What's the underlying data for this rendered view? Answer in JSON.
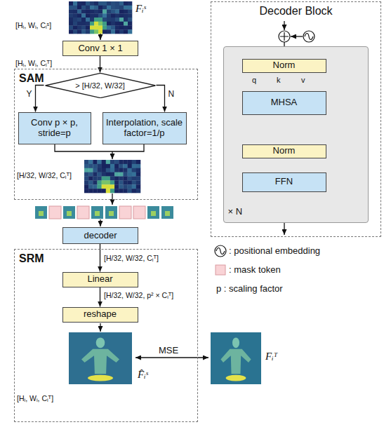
{
  "diagram": {
    "nodes": [
      {
        "text": [
          "Conv 1 × 1"
        ]
      },
      {
        "text": [
          "SAM"
        ]
      },
      {
        "text": [
          "> [H/32, W/32]"
        ],
        "in": 1
      },
      {
        "text": [
          "Conv p × p, stride=p"
        ],
        "in": 1
      },
      {
        "text": [
          "Interpolation, scale factor=1/p"
        ],
        "in": 1
      },
      {
        "text": [
          "decoder"
        ]
      },
      {
        "text": [
          "SRM"
        ]
      },
      {
        "text": [
          "Linear"
        ],
        "in": 6
      },
      {
        "text": [
          "reshape"
        ],
        "in": 6
      },
      {
        "text": [
          "Decoder Block"
        ]
      },
      {
        "text": [
          "× N"
        ],
        "in": 9
      },
      {
        "text": [
          "Norm"
        ],
        "in": 10
      },
      {
        "text": [
          "MHSA"
        ],
        "in": 10
      },
      {
        "text": [
          "Norm"
        ],
        "in": 10
      },
      {
        "text": [
          "FFN"
        ],
        "in": 10
      }
    ],
    "edges": [
      {
        "from": 0,
        "to": 2,
        "arrow": "to"
      },
      {
        "from": 2,
        "to": 3,
        "arrow": "to",
        "label": "Y"
      },
      {
        "from": 2,
        "to": 4,
        "arrow": "to",
        "label": "N"
      },
      {
        "from": 5,
        "to": 7,
        "arrow": "to"
      },
      {
        "from": 7,
        "to": 8,
        "arrow": "to"
      },
      {
        "from": 11,
        "to": 12,
        "arrow": "to"
      },
      {
        "from": 13,
        "to": 14,
        "arrow": "to"
      }
    ],
    "labels": [
      "Fᵢˢ",
      "[Hᵢ, Wᵢ, Cᵢˢ]",
      "[Hᵢ, Wᵢ, Cᵢᵀ]",
      "[H/32, W/32, Cᵢᵀ]",
      "[H/32, W/32, Cᵢᵀ]",
      "[H/32, W/32, p² × Cᵢᵀ]",
      "F̂ᵢˢ",
      "[Hᵢ, Wᵢ, Cᵢᵀ]",
      "MSE",
      "Fᵢᵀ",
      "q",
      "k",
      "v"
    ],
    "legend": [
      {
        "text": ": positional embedding"
      },
      {
        "text": ": mask token",
        "color": "#f9d3d6"
      },
      {
        "text": "p : scaling factor"
      }
    ]
  }
}
